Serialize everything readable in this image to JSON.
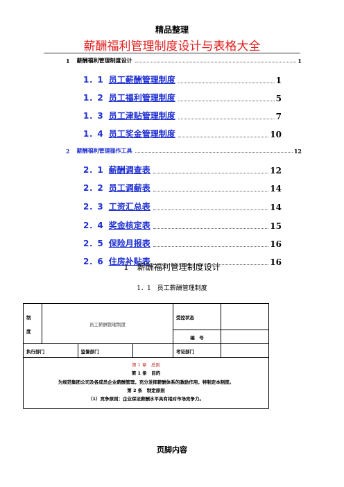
{
  "header": {
    "small": "精品整理",
    "title": "薪酬福利管理制度设计与表格大全"
  },
  "toc": {
    "s1": {
      "num": "1",
      "label": "薪酬福利管理制度设计",
      "page": "1"
    },
    "s1_items": [
      {
        "num": "1．1",
        "label": "员工薪酬管理制度",
        "page": "1"
      },
      {
        "num": "1．2",
        "label": "员工福利管理制度",
        "page": "5"
      },
      {
        "num": "1．3",
        "label": "员工津贴管理制度",
        "page": "7"
      },
      {
        "num": "1．4",
        "label": "员工奖金管理制度",
        "page": "10"
      }
    ],
    "s2": {
      "num": "2",
      "label": "薪酬福利管理操作工具",
      "page": "12"
    },
    "s2_items": [
      {
        "num": "2．1",
        "label": "薪酬调查表",
        "page": "12"
      },
      {
        "num": "2．2",
        "label": "员工调薪表",
        "page": "14"
      },
      {
        "num": "2．3",
        "label": "工资汇总表",
        "page": "14"
      },
      {
        "num": "2．4",
        "label": "奖金核定表",
        "page": "15"
      },
      {
        "num": "2．5",
        "label": "保险月报表",
        "page": "16"
      },
      {
        "num": "2．6",
        "label": "住房补贴表",
        "page": "16"
      }
    ]
  },
  "body": {
    "h1": "1　薪酬福利管理制度设计",
    "h2": "1．1　员工薪酬管理制度"
  },
  "table": {
    "zhi": "制",
    "du": "度",
    "doc_name": "员工薪酬管理制度",
    "control_status": "受控状态",
    "number": "编　号",
    "exec_dept": "执行部门",
    "supervise_dept": "监督部门",
    "verify_dept": "考证部门",
    "chapter": "第 1 章　总则",
    "article1": "第 1 条　目的",
    "purpose": "为规范集团公司及各成员企业薪酬管理，充分发挥薪酬体系的激励作用，特制定本制度。",
    "article2": "第 2 条　制定原则",
    "principle1": "（1）竞争原则：企业保证薪酬水平具有相对市场竞争力。"
  },
  "footer": "页脚内容"
}
